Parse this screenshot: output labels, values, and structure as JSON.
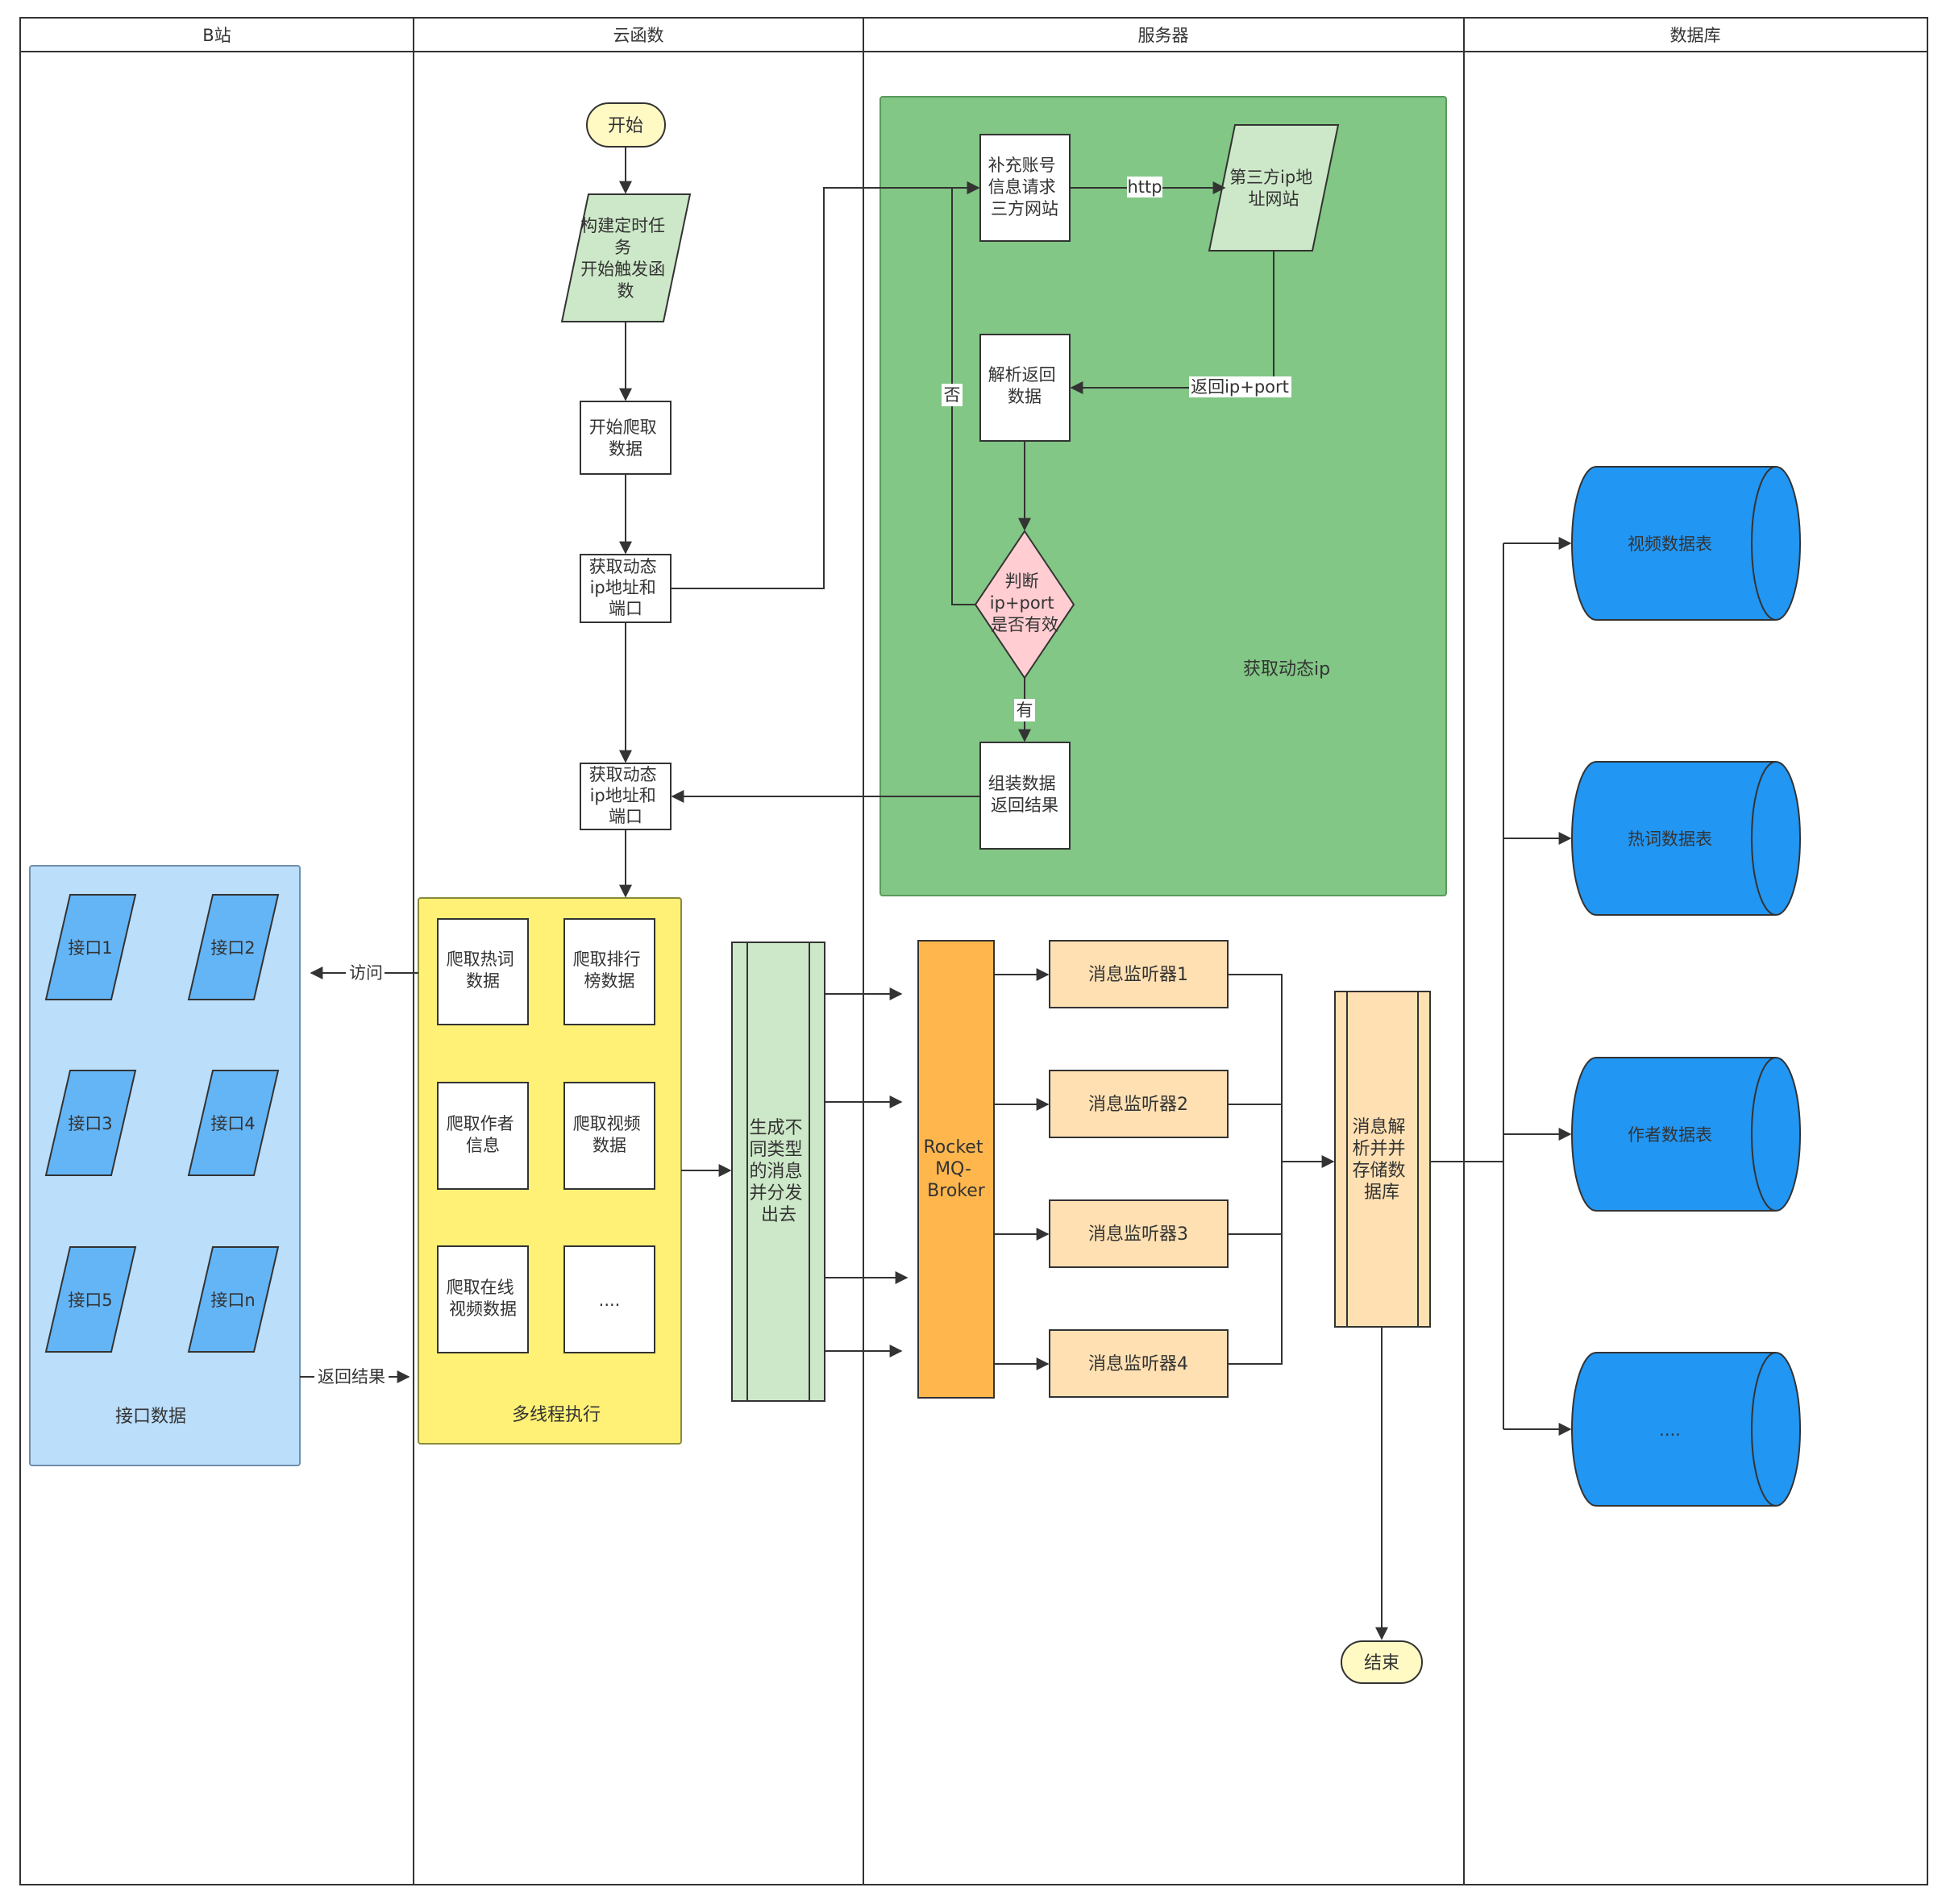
{
  "lanes": {
    "bilibili": "B站",
    "cloud_function": "云函数",
    "server": "服务器",
    "database": "数据库"
  },
  "flow": {
    "start": "开始",
    "build_task": [
      "构建定时任",
      "务",
      "开始触发函",
      "数"
    ],
    "start_crawl": [
      "开始爬取",
      "数据"
    ],
    "get_ip_1": [
      "获取动态",
      "ip地址和",
      "端口"
    ],
    "get_ip_2": [
      "获取动态",
      "ip地址和",
      "端口"
    ],
    "end": "结束"
  },
  "dynamic_ip_group": {
    "label": "获取动态ip",
    "request": [
      "补充账号",
      "信息请求",
      "三方网站"
    ],
    "third_party": [
      "第三方ip地",
      "址网站"
    ],
    "http_label": "http",
    "return_label": "返回ip+port",
    "parse": [
      "解析返回",
      "数据"
    ],
    "judge": [
      "判断",
      "ip+port",
      "是否有效"
    ],
    "no_label": "否",
    "yes_label": "有",
    "assemble": [
      "组装数据",
      "返回结果"
    ]
  },
  "api_group": {
    "label": "接口数据",
    "items": [
      "接口1",
      "接口2",
      "接口3",
      "接口4",
      "接口5",
      "接口n"
    ],
    "access_label": "访问",
    "return_label": "返回结果"
  },
  "thread_group": {
    "label": "多线程执行",
    "tasks": [
      [
        "爬取热词",
        "数据"
      ],
      [
        "爬取排行",
        "榜数据"
      ],
      [
        "爬取作者",
        "信息"
      ],
      [
        "爬取视频",
        "数据"
      ],
      [
        "爬取在线",
        "视频数据"
      ],
      [
        "...."
      ]
    ]
  },
  "dispatcher": [
    "生成不",
    "同类型",
    "的消息",
    "并分发",
    "出去"
  ],
  "broker": [
    "Rocket",
    "MQ-",
    "Broker"
  ],
  "listeners": [
    "消息监听器1",
    "消息监听器2",
    "消息监听器3",
    "消息监听器4"
  ],
  "parser": [
    "消息解",
    "析并并",
    "存储数",
    "据库"
  ],
  "tables": [
    "视频数据表",
    "热词数据表",
    "作者数据表",
    "...."
  ],
  "colors": {
    "green_group": "#82c785",
    "green_shape": "#cde8c8",
    "yellow_group": "#fff176",
    "blue_group": "#bbdefb",
    "blue_shape": "#64b5f6",
    "orange_broker": "#ffb74d",
    "orange_light": "#ffe0b2",
    "cylinder": "#2196f3",
    "pink_diamond": "#ffcdd2",
    "terminal": "#fff9c4"
  }
}
